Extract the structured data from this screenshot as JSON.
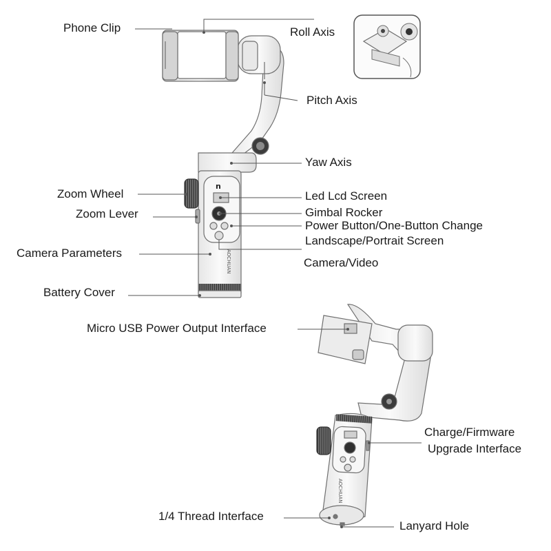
{
  "labels": {
    "phone_clip": "Phone Clip",
    "roll_axis": "Roll Axis",
    "pitch_axis": "Pitch Axis",
    "yaw_axis": "Yaw Axis",
    "zoom_wheel": "Zoom Wheel",
    "zoom_lever": "Zoom Lever",
    "led_lcd_screen": "Led Lcd Screen",
    "gimbal_rocker": "Gimbal Rocker",
    "power_button": "Power Button/One-Button Change",
    "landscape_portrait": "Landscape/Portrait Screen",
    "camera_parameters": "Camera Parameters",
    "camera_video": "Camera/Video",
    "battery_cover": "Battery Cover",
    "micro_usb": "Micro USB Power Output Interface",
    "charge_firmware_line1": "Charge/Firmware",
    "charge_firmware_line2": "Upgrade Interface",
    "thread_interface": "1/4 Thread Interface",
    "lanyard_hole": "Lanyard Hole"
  },
  "device": {
    "brand_text": "AOCHUAN",
    "line_color": "#555555",
    "body_color": "#f2f2f2",
    "outline_color": "#6f6f6f"
  }
}
